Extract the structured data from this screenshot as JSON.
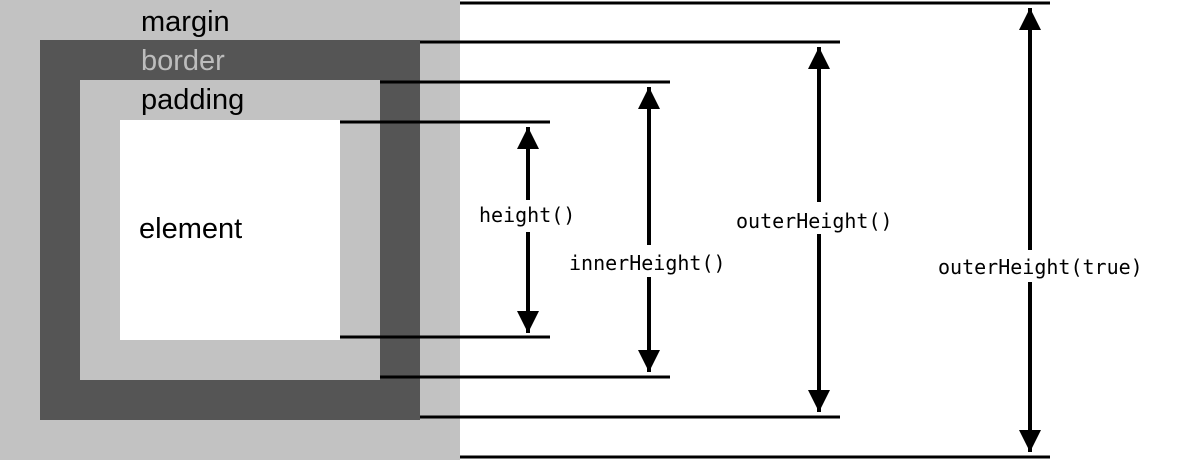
{
  "colors": {
    "margin": "#c2c2c2",
    "border": "#555555",
    "padding": "#c2c2c2",
    "element": "#ffffff",
    "ink": "#000000",
    "border_label": "#bdbdbd"
  },
  "boxes": {
    "margin_label": "margin",
    "border_label": "border",
    "padding_label": "padding",
    "element_label": "element"
  },
  "measures": {
    "height": "height()",
    "inner_height": "innerHeight()",
    "outer_height": "outerHeight()",
    "outer_height_true": "outerHeight(true)"
  }
}
